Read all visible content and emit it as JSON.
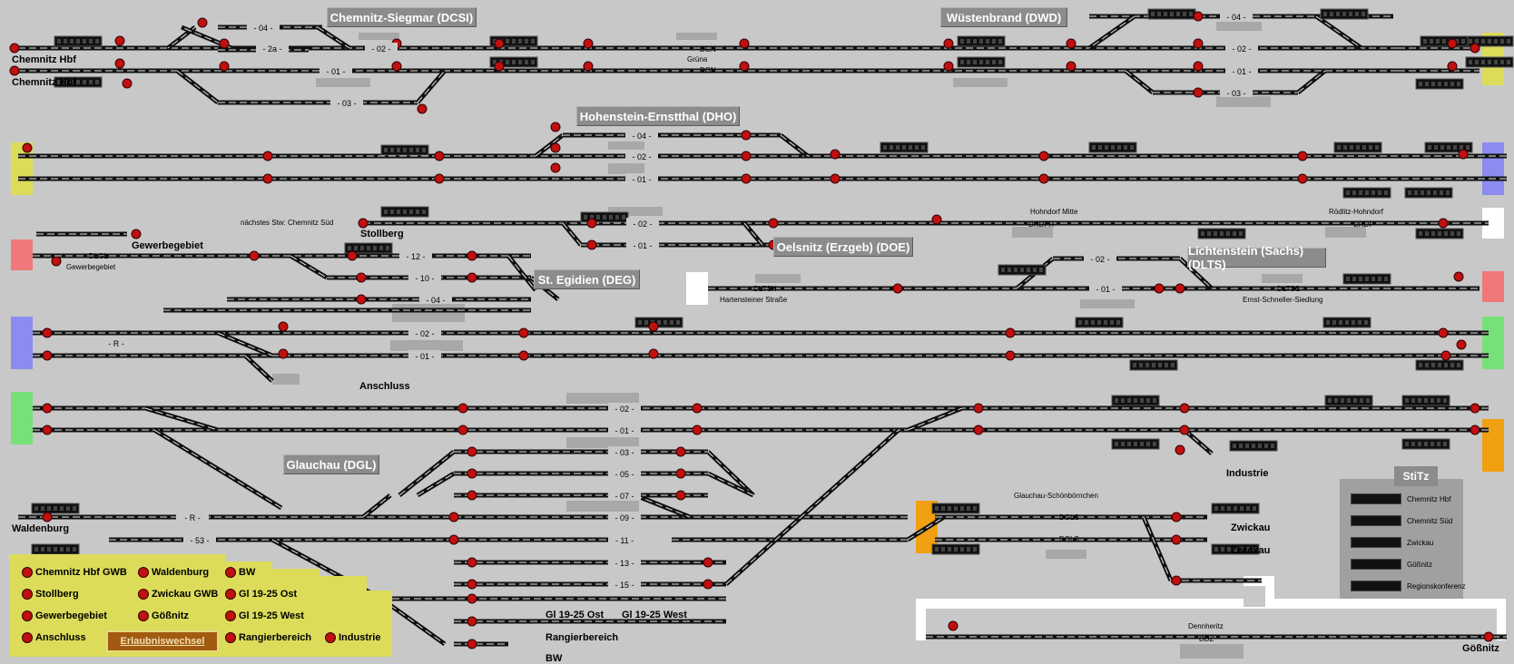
{
  "stations": {
    "dcsi": "Chemnitz-Siegmar (DCSI)",
    "dwd": "Wüstenbrand (DWD)",
    "dho": "Hohenstein-Ernstthal (DHO)",
    "doe": "Oelsnitz (Erzgeb) (DOE)",
    "dlts": "Lichtenstein (Sachs) (DLTS)",
    "deg": "St. Egidien (DEG)",
    "dgl": "Glauchau (DGL)"
  },
  "endpoints": {
    "chemnitz_hbf_1": "Chemnitz Hbf",
    "chemnitz_hbf_2": "Chemnitz Hbf",
    "stollberg": "Stollberg",
    "gewerbegebiet": "Gewerbegebiet",
    "anschluss": "Anschluss",
    "waldenburg": "Waldenburg",
    "industrie": "Industrie",
    "zwickau_1": "Zwickau",
    "zwickau_2": "Zwickau",
    "gl_ost": "Gl 19-25 Ost",
    "gl_west": "Gl 19-25 West",
    "rangierbereich": "Rangierbereich",
    "bw": "BW",
    "goessnitz": "Gößnitz"
  },
  "small_labels": {
    "gruena": "Grüna",
    "dgn1": "DGN",
    "dgn2": "DGN",
    "next_stw": "nächstes Stw: Chemnitz Süd",
    "hohndorf_mitte": "Hohndorf Mitte",
    "drdfh": "DRDFH",
    "roedlitz": "Rödlitz-Hohndorf",
    "drdf": "DRDF",
    "dlgl": "DLGL",
    "gewerbegebiet_small": "Gewerbegebiet",
    "dltsh": "DLTSH",
    "hartensteiner": "Hartensteiner Straße",
    "dltss": "DLTSS",
    "ernst_schneller": "Ernst-Schneller-Siedlung",
    "glauchau_schoen": "Glauchau-Schönbörnchen",
    "dgls1": "DGLS",
    "dgls2": "DGLS",
    "dennheritz": "Dennheritz",
    "ddz": "DDZ"
  },
  "track_numbers": {
    "dcsi_04": "- 04 -",
    "dcsi_2a": "- 2a -",
    "dcsi_02": "- 02 -",
    "dcsi_01": "- 01 -",
    "dcsi_03": "- 03 -",
    "dwd_04": "- 04 -",
    "dwd_02": "- 02 -",
    "dwd_01": "- 01 -",
    "dwd_03": "- 03 -",
    "dho_04": "- 04 -",
    "dho_02": "- 02 -",
    "dho_01": "- 01 -",
    "doe_02": "- 02 -",
    "doe_01": "- 01 -",
    "dlts_02": "- 02 -",
    "dlts_01": "- 01 -",
    "deg_12": "- 12 -",
    "deg_10": "- 10 -",
    "deg_04": "- 04 -",
    "deg_02": "- 02 -",
    "deg_01": "- 01 -",
    "deg_r": "- R -",
    "dgl_02": "- 02 -",
    "dgl_01": "- 01 -",
    "dgl_03": "- 03 -",
    "dgl_05": "- 05 -",
    "dgl_07": "- 07 -",
    "dgl_09": "- 09 -",
    "dgl_11": "- 11 -",
    "dgl_13": "- 13 -",
    "dgl_15": "- 15 -",
    "dgl_r": "- R -",
    "dgl_53": "- 53 -"
  },
  "legend": {
    "items": [
      "Chemnitz Hbf GWB",
      "Stollberg",
      "Gewerbegebiet",
      "Anschluss",
      "Waldenburg",
      "Zwickau GWB",
      "Gößnitz",
      "BW",
      "Gl 19-25 Ost",
      "Gl 19-25 West",
      "Rangierbereich",
      "Industrie"
    ],
    "button": "Erlaubniswechsel"
  },
  "stitz": {
    "title": "StiTz",
    "rows": [
      "Chemnitz Hbf",
      "Chemnitz Süd",
      "Zwickau",
      "Gößnitz",
      "Regionskonferenz"
    ]
  },
  "colors": {
    "background": "#c8c8c8",
    "station_box": "#8c8c8c",
    "track": "#101010",
    "signal_red": "#c01010",
    "signal_green": "#1a8a1a",
    "legend_yellow": "#dcdc5a",
    "button_brown": "#a25a10",
    "side_yellow": "#dcdc5a",
    "side_blue": "#8c8cf0",
    "side_white": "#ffffff",
    "side_red": "#f07878",
    "side_green": "#78e078",
    "side_orange": "#f0a010"
  }
}
